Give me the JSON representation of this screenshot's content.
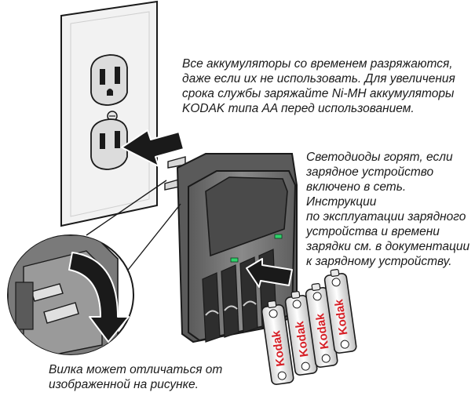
{
  "captions": {
    "top": "Все аккумуляторы со временем разряжаются,\nдаже если их не использовать. Для увеличения\nсрока службы заряжайте Ni-MH аккумуляторы\nKODAK типа AA перед использованием.",
    "right": "Светодиоды горят, если\nзарядное устройство\nвключено в сеть. Инструкции\nпо эксплуатации зарядного\nустройства и времени\nзарядки см. в документации\nк зарядному устройству.",
    "bottom": "Вилка может отличаться от\nизображенной на рисунке."
  },
  "battery_brand": "Kodak",
  "colors": {
    "outline": "#1a1a1a",
    "charger_body": "#7d7d7d",
    "charger_dark": "#4a4a4a",
    "led": "#2fd36b",
    "wall_plate": "#f2f2f2",
    "battery_label": "#d61f26"
  }
}
